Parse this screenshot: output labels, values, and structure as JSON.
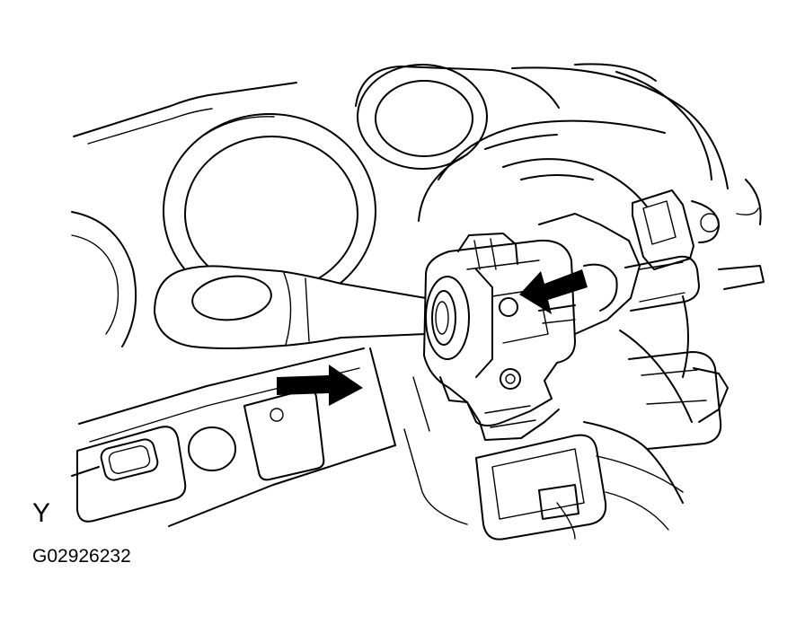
{
  "view_label": "Y",
  "figure_code": "G02926232",
  "icons": [
    "dashboard-outline",
    "combination-switch-lever",
    "arrow-right-icon",
    "arrow-left-icon"
  ],
  "colors": {
    "line": "#000000",
    "background": "#ffffff"
  }
}
